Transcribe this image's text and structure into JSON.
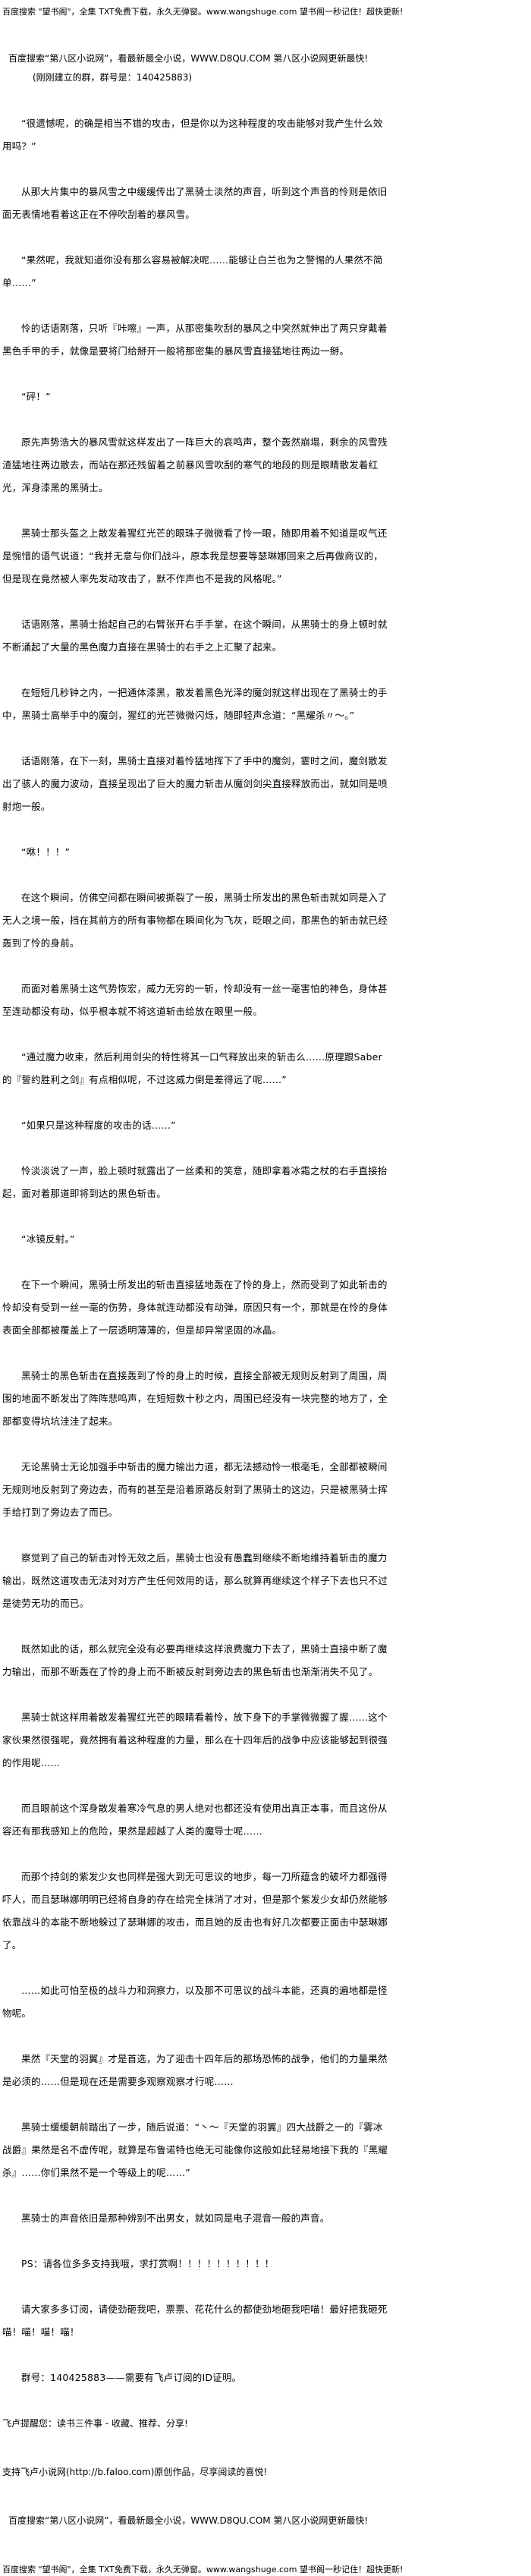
{
  "header": {
    "ad_wangshuge": "百度搜索 \"望书阁\"，全集 TXT免费下载，永久无弹窗。www.wangshuge.com 望书阁一秒记住！超快更新!",
    "ad_d8qu": "百度搜索“第八区小说网”，看最新最全小说，WWW.D8QU.COM   第八区小说网更新最快!",
    "group_note": "(刚刚建立的群，群号是：140425883)"
  },
  "paragraphs": [
    "“很遗憾呢，的确是相当不错的攻击，但是你以为这种程度的攻击能够对我产生什么效用吗？”",
    "从那大片集中的暴风雪之中缓缓传出了黑骑士淡然的声音，听到这个声音的怜则是依旧面无表情地看着这正在不停吹刮着的暴风雪。",
    "“果然呢，我就知道你没有那么容易被解决呢……能够让白兰也为之警惕的人果然不简单……”",
    "怜的话语刚落，只听『咔嚓』一声，从那密集吹刮的暴风之中突然就伸出了两只穿戴着黑色手甲的手，就像是要将门给掰开一般将那密集的暴风雪直接猛地往两边一掰。",
    "“砰！”",
    "原先声势浩大的暴风雪就这样发出了一阵巨大的哀鸣声，整个轰然崩塌，剩余的风雪残渣猛地往两边散去，而站在那还残留着之前暴风雪吹刮的寒气的地段的则是眼睛散发着红光，浑身漆黑的黑骑士。",
    "黑骑士那头盔之上散发着猩红光芒的眼珠子微微看了怜一眼，随即用着不知道是叹气还是惋惜的语气说道：“我并无意与你们战斗，原本我是想要等瑟琳娜回来之后再做商议的，但是现在竟然被人率先发动攻击了，默不作声也不是我的风格呢。”",
    "话语刚落，黑骑士抬起自己的右臂张开右手手掌，在这个瞬间，从黑骑士的身上顿时就不断涌起了大量的黑色魔力直接在黑骑士的右手之上汇聚了起来。",
    "在短短几秒钟之内，一把通体漆黑，散发着黑色光泽的魔剑就这样出现在了黑骑士的手中，黑骑士高举手中的魔剑，猩红的光芒微微闪烁，随即轻声念道：“黑耀杀〃～。”",
    "话语刚落，在下一刻，黑骑士直接对着怜猛地挥下了手中的魔剑，霎时之间，魔剑散发出了骇人的魔力波动，直接呈现出了巨大的魔力斩击从魔剑剑尖直接释放而出，就如同是喷射炮一般。",
    "“咻！！！”",
    "在这个瞬间，仿佛空间都在瞬间被撕裂了一般，黑骑士所发出的黑色斩击就如同是入了无人之境一般，挡在其前方的所有事物都在瞬间化为飞灰，眨眼之间，那黑色的斩击就已经轰到了怜的身前。",
    "而面对着黑骑士这气势恢宏，威力无穷的一斩，怜却没有一丝一毫害怕的神色，身体甚至连动都没有动，似乎根本就不将这道斩击给放在眼里一般。",
    "“通过魔力收束，然后利用剑尖的特性将其一口气释放出来的斩击么……原理跟Saber的『誓约胜利之剑』有点相似呢，不过这威力倒是差得远了呢……”",
    "“如果只是这种程度的攻击的话……”",
    "怜淡淡说了一声，脸上顿时就露出了一丝柔和的笑意，随即拿着冰霜之杖的右手直接抬起，面对着那道即将到达的黑色斩击。",
    "“冰镜反射。”",
    "在下一个瞬间，黑骑士所发出的斩击直接猛地轰在了怜的身上，然而受到了如此斩击的怜却没有受到一丝一毫的伤势，身体就连动都没有动弹，原因只有一个，那就是在怜的身体表面全部都被覆盖上了一层透明薄薄的，但是却异常坚固的冰晶。",
    "黑骑士的黑色斩击在直接轰到了怜的身上的时候，直接全部被无规则反射到了周围，周围的地面不断发出了阵阵悲鸣声，在短短数十秒之内，周围已经没有一块完整的地方了，全部都变得坑坑洼洼了起来。",
    "无论黑骑士无论加强手中斩击的魔力输出力道，都无法撼动怜一根毫毛，全部都被瞬间无规则地反射到了旁边去，而有的甚至是沿着原路反射到了黑骑士的这边，只是被黑骑士挥手给打到了旁边去了而已。",
    "察觉到了自己的斩击对怜无效之后，黑骑士也没有愚蠢到继续不断地维持着斩击的魔力输出，既然这道攻击无法对对方产生任何效用的话，那么就算再继续这个样子下去也只不过是徒劳无功的而已。",
    "既然如此的话，那么就完全没有必要再继续这样浪费魔力下去了，黑骑士直接中断了魔力输出，而那不断轰在了怜的身上而不断被反射到旁边去的黑色斩击也渐渐消失不见了。",
    "黑骑士就这样用着散发着猩红光芒的眼睛看着怜，放下身下的手掌微微握了握……这个家伙果然很强呢，竟然拥有着这种程度的力量，那么在十四年后的战争中应该能够起到很强的作用呢……",
    "而且眼前这个浑身散发着寒冷气息的男人绝对也都还没有使用出真正本事，而且这份从容还有那我感知上的危险，果然是超越了人类的魔导士呢……",
    "而那个持剑的紫发少女也同样是强大到无可思议的地步，每一刀所蕴含的破坏力都强得吓人，而且瑟琳娜明明已经将自身的存在给完全抹消了才对，但是那个紫发少女却仍然能够依靠战斗的本能不断地躲过了瑟琳娜的攻击，而且她的反击也有好几次都要正面击中瑟琳娜了。",
    "……如此可怕至极的战斗力和洞察力，以及那不可思议的战斗本能，还真的遍地都是怪物呢。",
    "果然『天堂的羽翼』才是首选，为了迎击十四年后的那场恐怖的战争，他们的力量果然是必须的……但是现在还是需要多观察观察才行呢……",
    "黑骑士缓缓朝前踏出了一步，随后说道：“丶～『天堂的羽翼』四大战爵之一的『雾冰战爵』果然是名不虚传呢，就算是布鲁诺特也绝无可能像你这般如此轻易地接下我的『黑耀杀』……你们果然不是一个等级上的呢……”",
    "黑骑士的声音依旧是那种辨别不出男女，就如同是电子混音一般的声音。",
    "PS：请各位多多支持我哦，求打赏啊！！！！！！！！！！",
    "请大家多多订阅，请使劲砸我吧，票票、花花什么的都使劲地砸我吧喵！最好把我砸死喵！喵！喵！喵！",
    "群号：140425883——需要有飞卢订阅的ID证明。"
  ],
  "footer": {
    "faloo_reminder": "飞卢提醒您：读书三件事 - 收藏、推荐、分享!",
    "faloo_support": "支持飞卢小说网(http://b.faloo.com)原创作品，尽享阅读的喜悦!",
    "ad_d8qu": "百度搜索“第八区小说网”，看最新最全小说，WWW.D8QU.COM   第八区小说网更新最快!",
    "ad_wangshuge": "百度搜索 \"望书阁\"，全集 TXT免费下载，永久无弹窗。www.wangshuge.com 望书阁一秒记住！超快更新!"
  }
}
